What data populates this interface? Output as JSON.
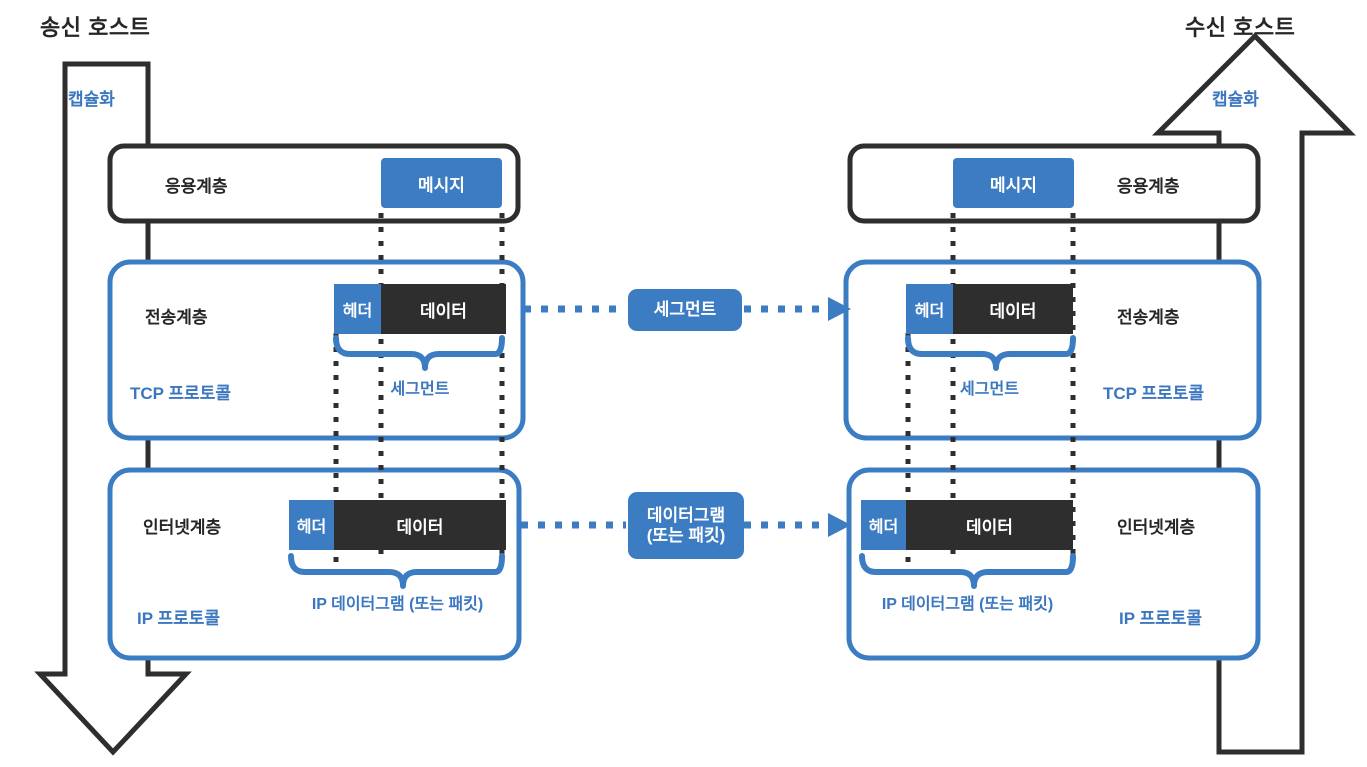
{
  "hosts": {
    "sender_title": "송신 호스트",
    "receiver_title": "수신 호스트",
    "sender_arrow_label": "캡슐화",
    "receiver_arrow_label": "캡슐화"
  },
  "sender_stack": {
    "application": {
      "layer_label": "응용계층",
      "pdu_label": "메시지"
    },
    "transport": {
      "layer_label": "전송계층",
      "protocol_label": "TCP 프로토콜",
      "header_label": "헤더",
      "data_label": "데이터",
      "brace_label": "세그먼트"
    },
    "internet": {
      "layer_label": "인터넷계층",
      "protocol_label": "IP 프로토콜",
      "header_label": "헤더",
      "data_label": "데이터",
      "brace_label": "IP 데이터그램\n(또는 패킷)"
    }
  },
  "receiver_stack": {
    "application": {
      "layer_label": "응용계층",
      "pdu_label": "메시지"
    },
    "transport": {
      "layer_label": "전송계층",
      "protocol_label": "TCP 프로토콜",
      "header_label": "헤더",
      "data_label": "데이터",
      "brace_label": "세그먼트"
    },
    "internet": {
      "layer_label": "인터넷계층",
      "protocol_label": "IP 프로토콜",
      "header_label": "헤더",
      "data_label": "데이터",
      "brace_label": "IP 데이터그램\n(또는 패킷)"
    }
  },
  "transfers": [
    {
      "label": "세그먼트"
    },
    {
      "label": "데이터그램\n(또는 패킷)"
    }
  ],
  "colors": {
    "accent_blue": "#3c7cc3",
    "dark": "#2e2e2e",
    "text_dark": "#262626",
    "white": "#ffffff"
  }
}
